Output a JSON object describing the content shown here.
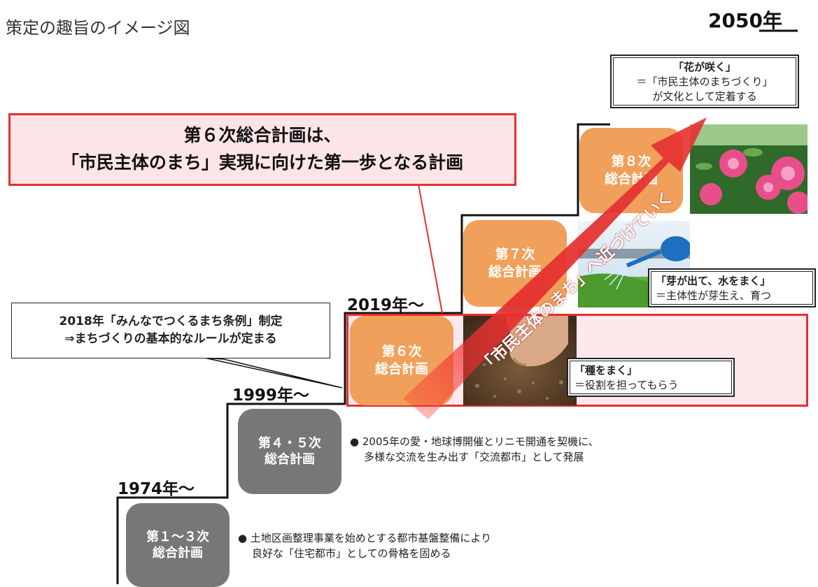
{
  "title": "策定の趣旨のイメージ図",
  "years": {
    "y1974": "1974年～",
    "y1999": "1999年～",
    "y2019": "2019年～",
    "y2050": "2050年"
  },
  "plans": {
    "p1_3": [
      "第１～３次",
      "総合計画"
    ],
    "p4_5": [
      "第４・５次",
      "総合計画"
    ],
    "p6": [
      "第６次",
      "総合計画"
    ],
    "p7": [
      "第７次",
      "総合計画"
    ],
    "p8": [
      "第８次",
      "総合計画"
    ]
  },
  "bullets": {
    "b1_3": [
      "● 土地区画整理事業を始めとする都市基盤整備により",
      "良好な「住宅都市」としての骨格を固める"
    ],
    "b4_5": [
      "● 2005年の愛・地球博開催とリニモ開通を契機に、",
      "多様な交流を生み出す「交流都市」として発展"
    ]
  },
  "callout_2018": [
    "2018年「みんなでつくるまち条例」制定",
    "⇒まちづくりの基本的なルールが定まる"
  ],
  "headline": [
    "第６次総合計画は、",
    "「市民主体のまち」実現に向けた第一歩となる計画"
  ],
  "captions": {
    "seed": {
      "title": "「種をまく」",
      "text": "＝役割を担ってもらう"
    },
    "sprout": {
      "title": "「芽が出て、水をまく」",
      "text": "＝主体性が芽生え、育つ"
    },
    "bloom": {
      "title": "「花が咲く」",
      "text1": "＝「市民主体のまちづくり」",
      "text2": "が文化として定着する"
    }
  },
  "arrow_text": "「市民主体のまち」へ近づけていく",
  "colors": {
    "grey_plan": "#777777",
    "orange_plan": "#f0a05a",
    "red": "#e53030",
    "pink_bg": "#fde8ec"
  }
}
